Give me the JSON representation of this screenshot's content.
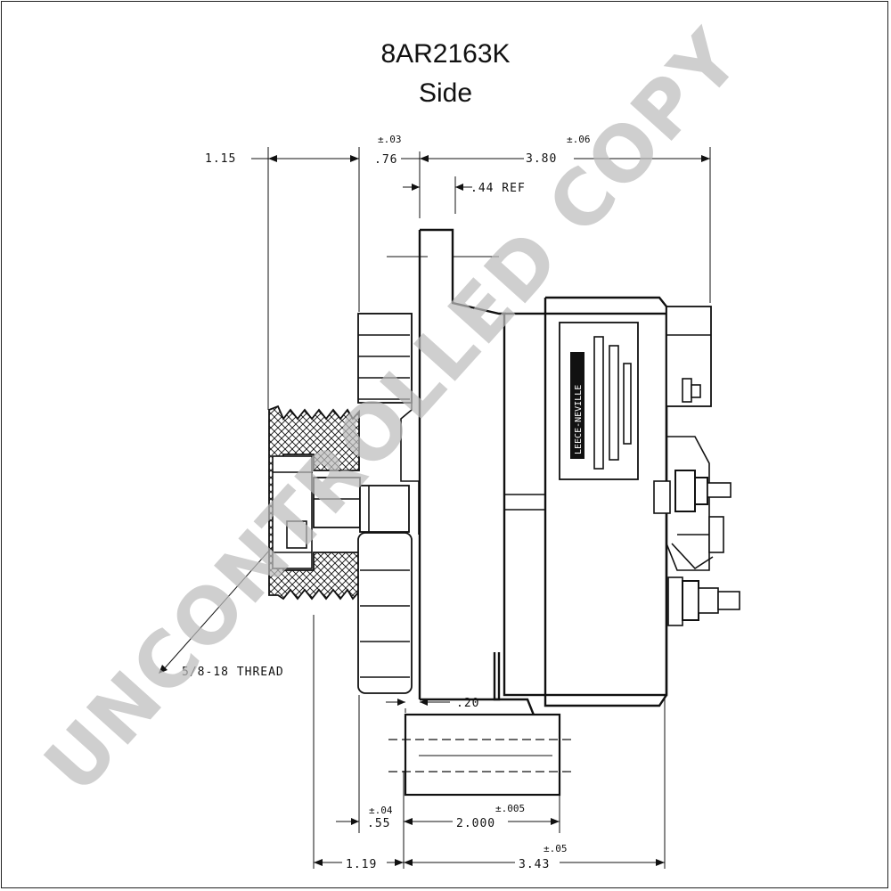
{
  "header": {
    "part_number": "8AR2163K",
    "view": "Side"
  },
  "dimensions": {
    "d_1_15": "1.15",
    "d_076": ".76",
    "d_076_tol": "±.03",
    "d_380": "3.80",
    "d_380_tol": "±.06",
    "d_044": ".44 REF",
    "d_020": ".20",
    "d_055": ".55",
    "d_055_tol": "±.04",
    "d_2000": "2.000",
    "d_2000_tol": "±.005",
    "d_119": "1.19",
    "d_343": "3.43",
    "d_343_tol": "±.05"
  },
  "callouts": {
    "thread": "5/8-18 THREAD"
  },
  "nameplate": {
    "brand": "LEECE-NEVILLE"
  },
  "watermark": {
    "text": "UNCONTROLLED COPY",
    "color": "#bdbdbd"
  }
}
